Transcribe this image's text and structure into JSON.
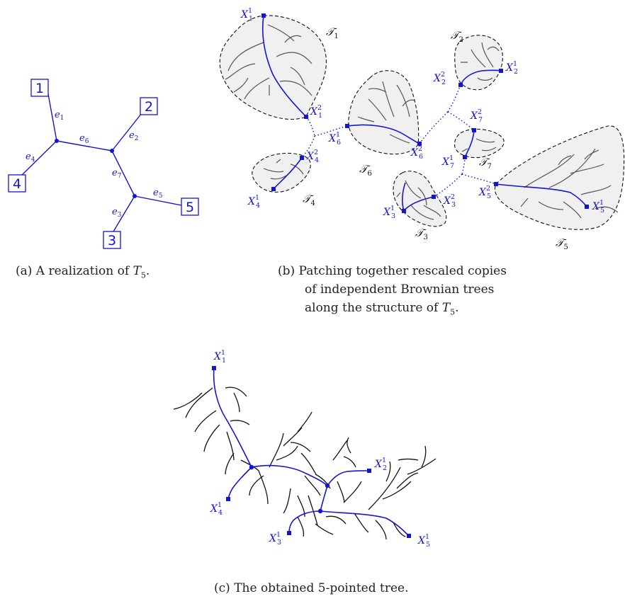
{
  "panel_a": {
    "leaves": [
      {
        "id": "leaf-1",
        "label": "1"
      },
      {
        "id": "leaf-2",
        "label": "2"
      },
      {
        "id": "leaf-3",
        "label": "3"
      },
      {
        "id": "leaf-4",
        "label": "4"
      },
      {
        "id": "leaf-5",
        "label": "5"
      }
    ],
    "edges": [
      {
        "id": "e1",
        "name": "e",
        "sub": "1"
      },
      {
        "id": "e2",
        "name": "e",
        "sub": "2"
      },
      {
        "id": "e3",
        "name": "e",
        "sub": "3"
      },
      {
        "id": "e4",
        "name": "e",
        "sub": "4"
      },
      {
        "id": "e5",
        "name": "e",
        "sub": "5"
      },
      {
        "id": "e6",
        "name": "e",
        "sub": "6"
      },
      {
        "id": "e7",
        "name": "e",
        "sub": "7"
      }
    ],
    "caption_prefix": "(a) A realization of ",
    "caption_T": "T",
    "caption_sub": "5",
    "caption_suffix": "."
  },
  "panel_b": {
    "point_labels": {
      "X1_1": {
        "base": "X",
        "sub": "1",
        "sup": "1"
      },
      "X1_2": {
        "base": "X",
        "sub": "1",
        "sup": "2"
      },
      "X2_1": {
        "base": "X",
        "sub": "2",
        "sup": "1"
      },
      "X2_2": {
        "base": "X",
        "sub": "2",
        "sup": "2"
      },
      "X3_1": {
        "base": "X",
        "sub": "3",
        "sup": "1"
      },
      "X3_2": {
        "base": "X",
        "sub": "3",
        "sup": "2"
      },
      "X4_1": {
        "base": "X",
        "sub": "4",
        "sup": "1"
      },
      "X4_2": {
        "base": "X",
        "sub": "4",
        "sup": "2"
      },
      "X5_1": {
        "base": "X",
        "sub": "5",
        "sup": "1"
      },
      "X5_2": {
        "base": "X",
        "sub": "5",
        "sup": "2"
      },
      "X6_1": {
        "base": "X",
        "sub": "6",
        "sup": "1"
      },
      "X6_2": {
        "base": "X",
        "sub": "6",
        "sup": "2"
      },
      "X7_1": {
        "base": "X",
        "sub": "7",
        "sup": "1"
      },
      "X7_2": {
        "base": "X",
        "sub": "7",
        "sup": "2"
      }
    },
    "tree_labels": {
      "T1": {
        "base": "𝒯",
        "sub": "1"
      },
      "T2": {
        "base": "𝒯",
        "sub": "2"
      },
      "T3": {
        "base": "𝒯",
        "sub": "3"
      },
      "T4": {
        "base": "𝒯",
        "sub": "4"
      },
      "T5": {
        "base": "𝒯",
        "sub": "5"
      },
      "T6": {
        "base": "𝒯",
        "sub": "6"
      },
      "T7": {
        "base": "𝒯",
        "sub": "7"
      }
    },
    "caption_line1": "(b) Patching together rescaled copies",
    "caption_line2": "of independent Brownian trees",
    "caption_line3_prefix": "along the structure of ",
    "caption_T": "T",
    "caption_sub": "5",
    "caption_suffix": "."
  },
  "panel_c": {
    "point_labels": {
      "X1_1": {
        "base": "X",
        "sub": "1",
        "sup": "1"
      },
      "X2_1": {
        "base": "X",
        "sub": "2",
        "sup": "1"
      },
      "X3_1": {
        "base": "X",
        "sub": "3",
        "sup": "1"
      },
      "X4_1": {
        "base": "X",
        "sub": "4",
        "sup": "1"
      },
      "X5_1": {
        "base": "X",
        "sub": "5",
        "sup": "1"
      }
    },
    "caption": "(c) The obtained 5-pointed tree."
  }
}
